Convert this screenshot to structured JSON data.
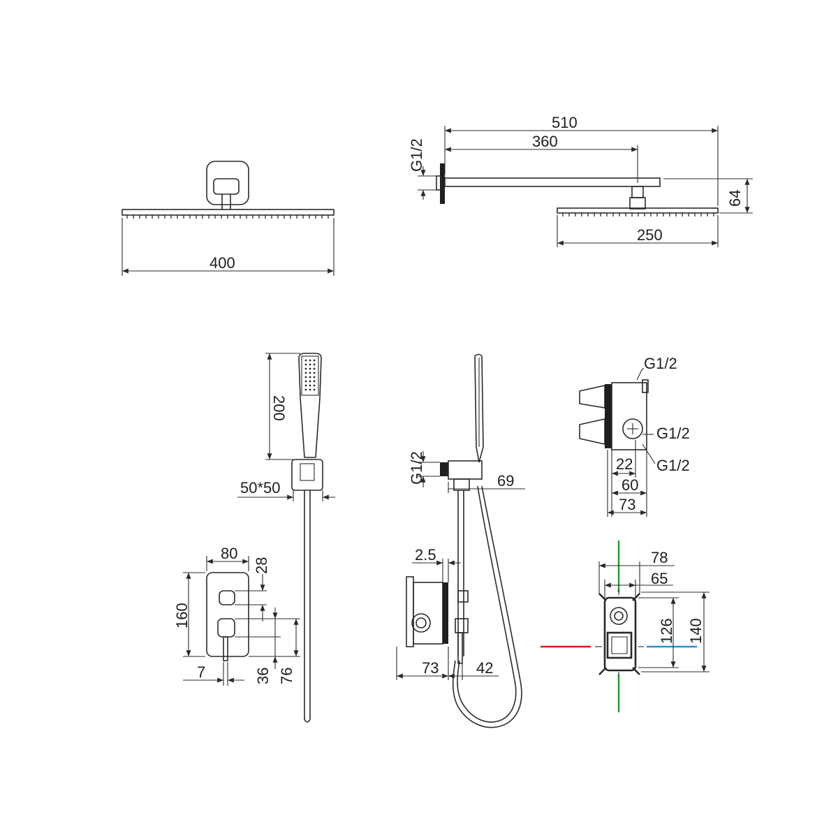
{
  "dimensions": {
    "head_width": "400",
    "arm_total": "510",
    "arm_length": "360",
    "arm_inlet": "G1/2",
    "head_drop": "64",
    "head_small_width": "250",
    "handshower_length": "200",
    "holder_size": "50*50",
    "outlet_inlet": "G1/2",
    "outlet_depth": "69",
    "plate_width": "80",
    "plate_height": "160",
    "plate_top_offset": "28",
    "plate_bottom_36": "36",
    "plate_bottom_76": "76",
    "plate_thickness": "7",
    "body_offset": "2.5",
    "body_depth_73": "73",
    "body_handle_42": "42",
    "box_inlet_top": "G1/2",
    "box_inlet_mid": "G1/2",
    "box_inlet_bottom": "G1/2",
    "box_22": "22",
    "box_60": "60",
    "box_73": "73",
    "front_78": "78",
    "front_65": "65",
    "front_126": "126",
    "front_140": "140"
  },
  "colors": {
    "hot_line": "#cc1f1f",
    "cold_line": "#2a8fd0",
    "outlet_line": "#1f9a2e",
    "drawing_line": "#2a2a2a"
  }
}
